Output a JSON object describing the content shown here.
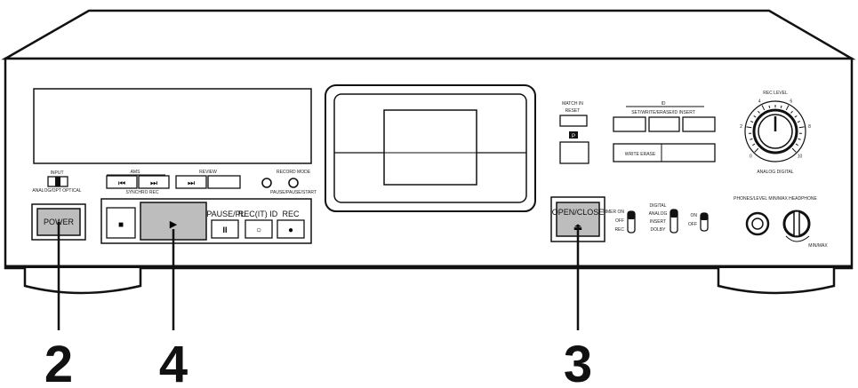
{
  "labels": {
    "input": "INPUT",
    "analog_optical": "ANALOG/OPT  OPTICAL",
    "ams": "AMS",
    "review": "REVIEW",
    "search_back": "⏮",
    "search_fwd": "⏭",
    "review_fwd": "⏭",
    "sync_text": "SYNCHRO REC",
    "record_mode": "RECORD MODE",
    "record_mode_sub": "PAUSE/PAUSE/START",
    "power": "POWER",
    "stop": "■",
    "play": "▶",
    "pause": "PAUSE/PL",
    "pause_glyph": "II",
    "rec_it": "REC(IT) ID",
    "rec_it_glyph": "○",
    "rec": "REC",
    "rec_glyph": "●",
    "match_in": "MATCH IN",
    "match_in_sub": "RESET",
    "p_key": "P",
    "id": "ID",
    "id_sub": "SET/WRITE/ERASE/ID INSERT",
    "write_erase": "WRITE ERASE",
    "open_close": "OPEN/CLOSE",
    "eject": "⏏",
    "rec_level": "REC LEVEL",
    "rec_level_sub": "ANALOG  DIGITAL",
    "timer_on": "TIMER ON",
    "timer_off": "OFF",
    "timer_rec": "REC",
    "mode_a": "DIGITAL",
    "mode_b": "ANALOG",
    "mode_c": "INSERT",
    "mode_d": "DOLBY",
    "on_label": "ON",
    "off_label": "OFF",
    "phones": "PHONES/LEVEL MIN/MAX  HEADPHONE",
    "level_sub": "MIN/MAX",
    "dial_ticks": [
      "0",
      "2",
      "4",
      "6",
      "8",
      "10"
    ]
  },
  "callouts": [
    "2",
    "4",
    "3"
  ],
  "colors": {
    "outline": "#111111",
    "panel": "#ffffff",
    "pressed": "#bdbdbd"
  }
}
